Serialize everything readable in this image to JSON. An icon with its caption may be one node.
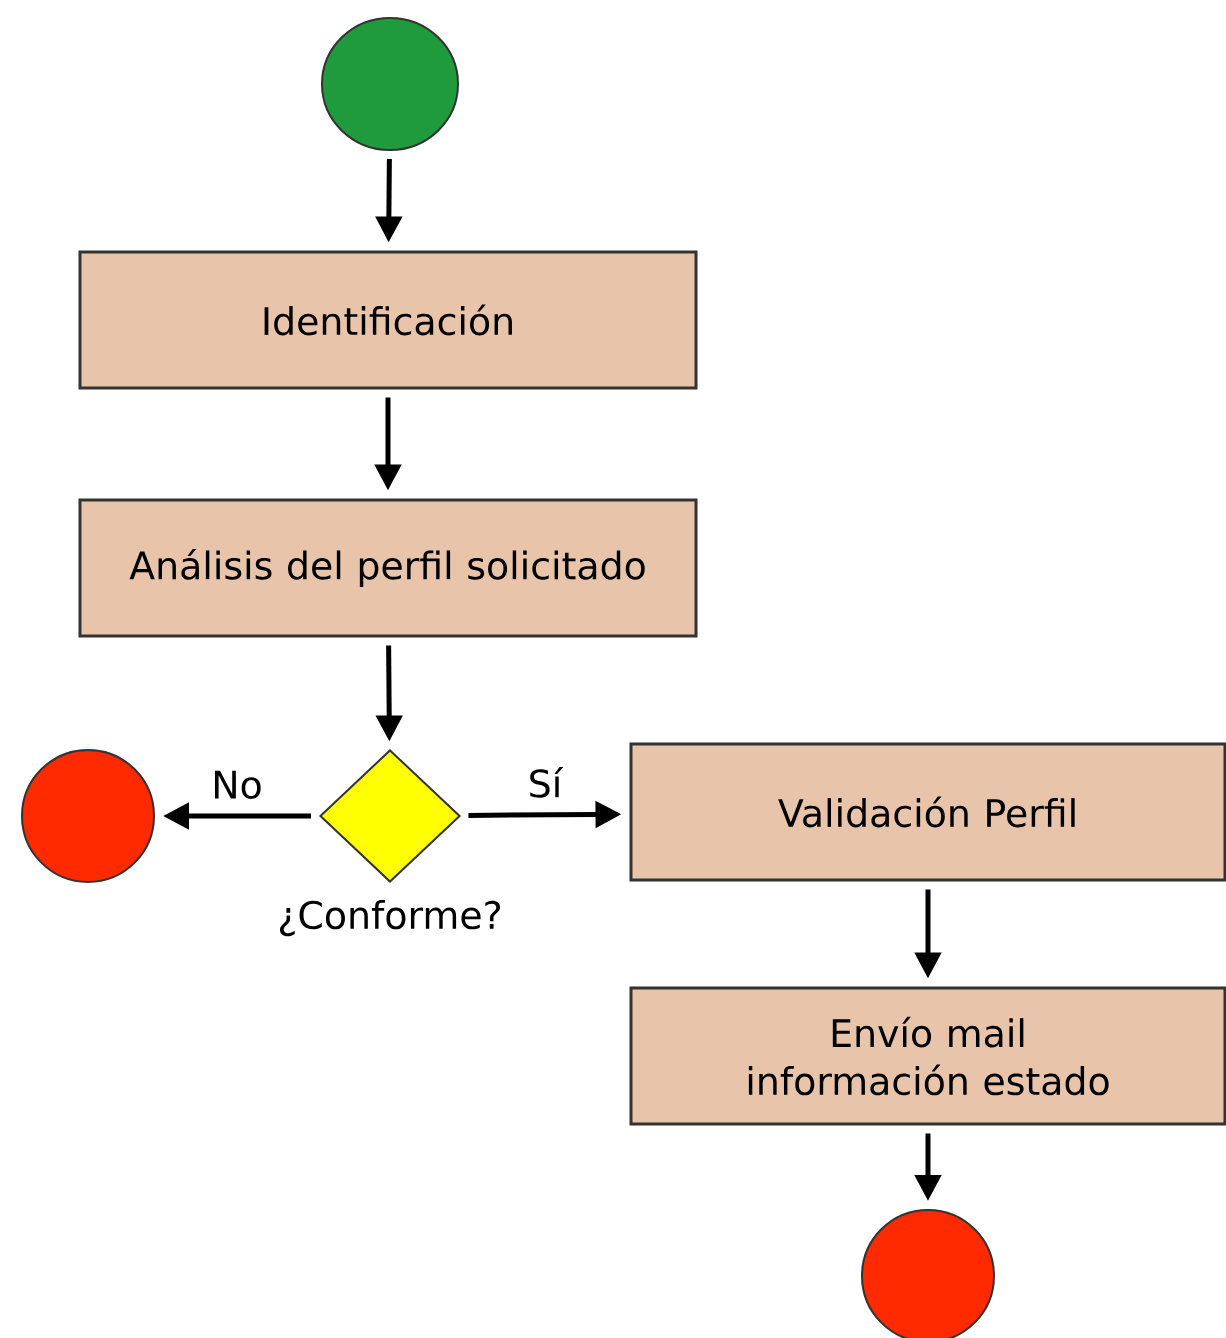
{
  "diagram": {
    "nodes": [
      {
        "text": [],
        "shape": "circle"
      },
      {
        "text": [
          "Identificación"
        ]
      },
      {
        "text": [
          "Análisis del perfil solicitado"
        ]
      },
      {
        "text": [],
        "shape": "diamond",
        "beside": [
          "¿Conforme?"
        ]
      },
      {
        "text": [],
        "shape": "circle"
      },
      {
        "text": [
          "Validación Perfil"
        ]
      },
      {
        "text": [
          "Envío mail información estado"
        ]
      },
      {
        "text": [],
        "shape": "circle"
      }
    ],
    "edges": [
      {
        "from": 0,
        "to": 1,
        "arrow": "to"
      },
      {
        "from": 1,
        "to": 2,
        "arrow": "to"
      },
      {
        "from": 2,
        "to": 3,
        "arrow": "to"
      },
      {
        "from": 3,
        "to": 4,
        "arrow": "to",
        "label": "No"
      },
      {
        "from": 3,
        "to": 5,
        "arrow": "to",
        "label": "Sí"
      },
      {
        "from": 5,
        "to": 6,
        "arrow": "to"
      },
      {
        "from": 6,
        "to": 7,
        "arrow": "to"
      }
    ]
  }
}
